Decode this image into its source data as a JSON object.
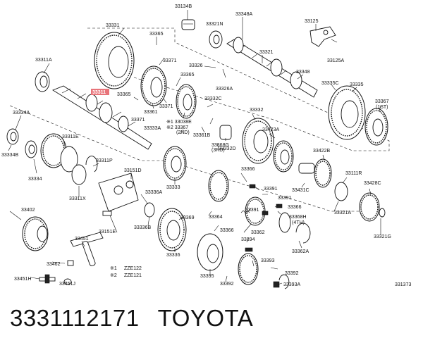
{
  "caption": {
    "part_number": "3331112171",
    "brand": "TOYOTA"
  },
  "diagram": {
    "highlighted_part": "33311",
    "reference_code": "331373",
    "legend": [
      {
        "mark": "※1",
        "code": "ZZE122"
      },
      {
        "mark": "※2",
        "code": "ZZE121"
      }
    ],
    "labels": {
      "l33134B": "33134B",
      "l33348A": "33348A",
      "l33125": "33125",
      "l33331": "33331",
      "l33321N": "33321N",
      "l33365a": "33365",
      "l33371a": "33371",
      "l33311A": "33311A",
      "l33321": "33321",
      "l33125A": "33125A",
      "l33326": "33326",
      "l33326A": "33326A",
      "l33365b": "33365",
      "l33348": "33348",
      "l33335C": "33335C",
      "l33335": "33335",
      "l33367": "33367",
      "l33367sub": "(1ST)",
      "l33365c": "33365",
      "l33361": "33361",
      "l33371b": "33371",
      "l33371c": "33371",
      "l33332C": "33332C",
      "l33332": "33332",
      "l33334A": "33334A",
      "l130338": "※1 33038E",
      "l233367": "※2 33367",
      "l2ND": "(2ND)",
      "l33333A": "33333A",
      "l33361B": "33361B",
      "l33368G": "33368G",
      "l3RD": "(3RD)",
      "l33332D": "33332D",
      "l33423A": "33423A",
      "l33311E": "33311E",
      "l33334B": "33334B",
      "l33422B": "33422B",
      "l33311P": "33311P",
      "l33151D": "33151D",
      "l33366a": "33366",
      "l33334": "33334",
      "l33333": "33333",
      "l33391a": "33391",
      "l33431C": "33431C",
      "l33111R": "33111R",
      "l33428C": "33428C",
      "l33311X": "33311X",
      "l33336A": "33336A",
      "l33391b": "33391",
      "l33366b": "33366",
      "l33402": "33402",
      "l33369": "33369",
      "l33364": "33364",
      "l33391c": "33391",
      "l33368H": "33368H",
      "l4TH": "(4TH)",
      "l33321A": "33321A",
      "l33151E": "33151E",
      "l33336B": "33336B",
      "l33366c": "33366",
      "l33362": "33362",
      "l33321G": "33321G",
      "l33451": "33451",
      "l33394": "33394",
      "l33362A": "33362A",
      "l33336": "33336",
      "l33462": "33462",
      "l33393": "33393",
      "l33392a": "33392",
      "l33395": "33395",
      "l33392b": "33392",
      "l33451H": "33451H",
      "l33451J": "33451J",
      "l33393A": "33393A"
    }
  }
}
